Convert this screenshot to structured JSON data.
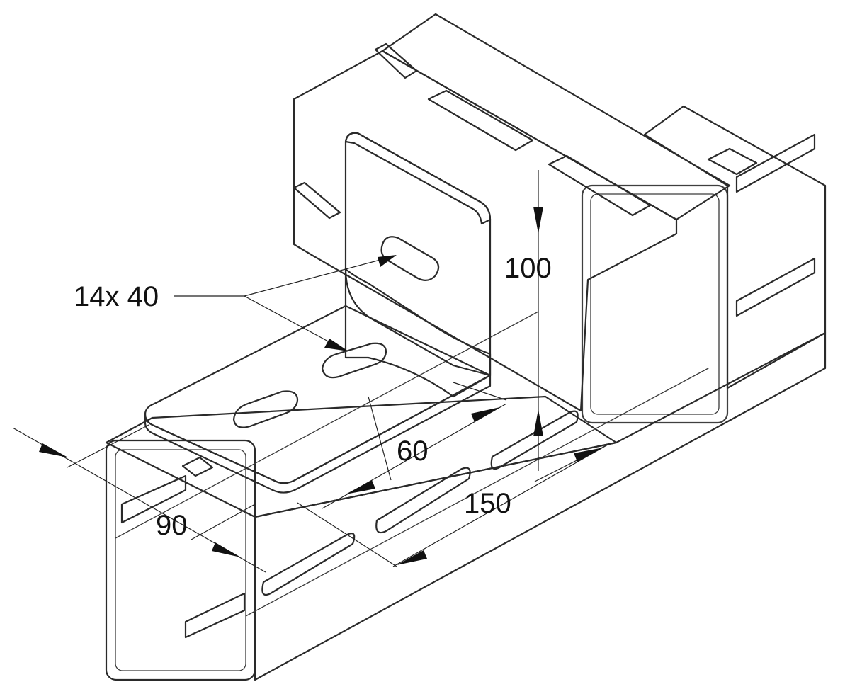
{
  "diagram": {
    "labels": {
      "slot_callout": "14x 40",
      "height": "100",
      "flange_width": "60",
      "bracket_length": "150",
      "rail_width": "90"
    },
    "colors": {
      "background": "#ffffff",
      "rail_face": "#e3e3e3",
      "rail_face_light": "#ececec",
      "rail_face_dark": "#cfcfcf",
      "bracket_dark": "#4a4a4a",
      "bracket_mid": "#6e6e6e",
      "bracket_top": "#8a8a8a",
      "outline": "#2a2a2a"
    }
  }
}
